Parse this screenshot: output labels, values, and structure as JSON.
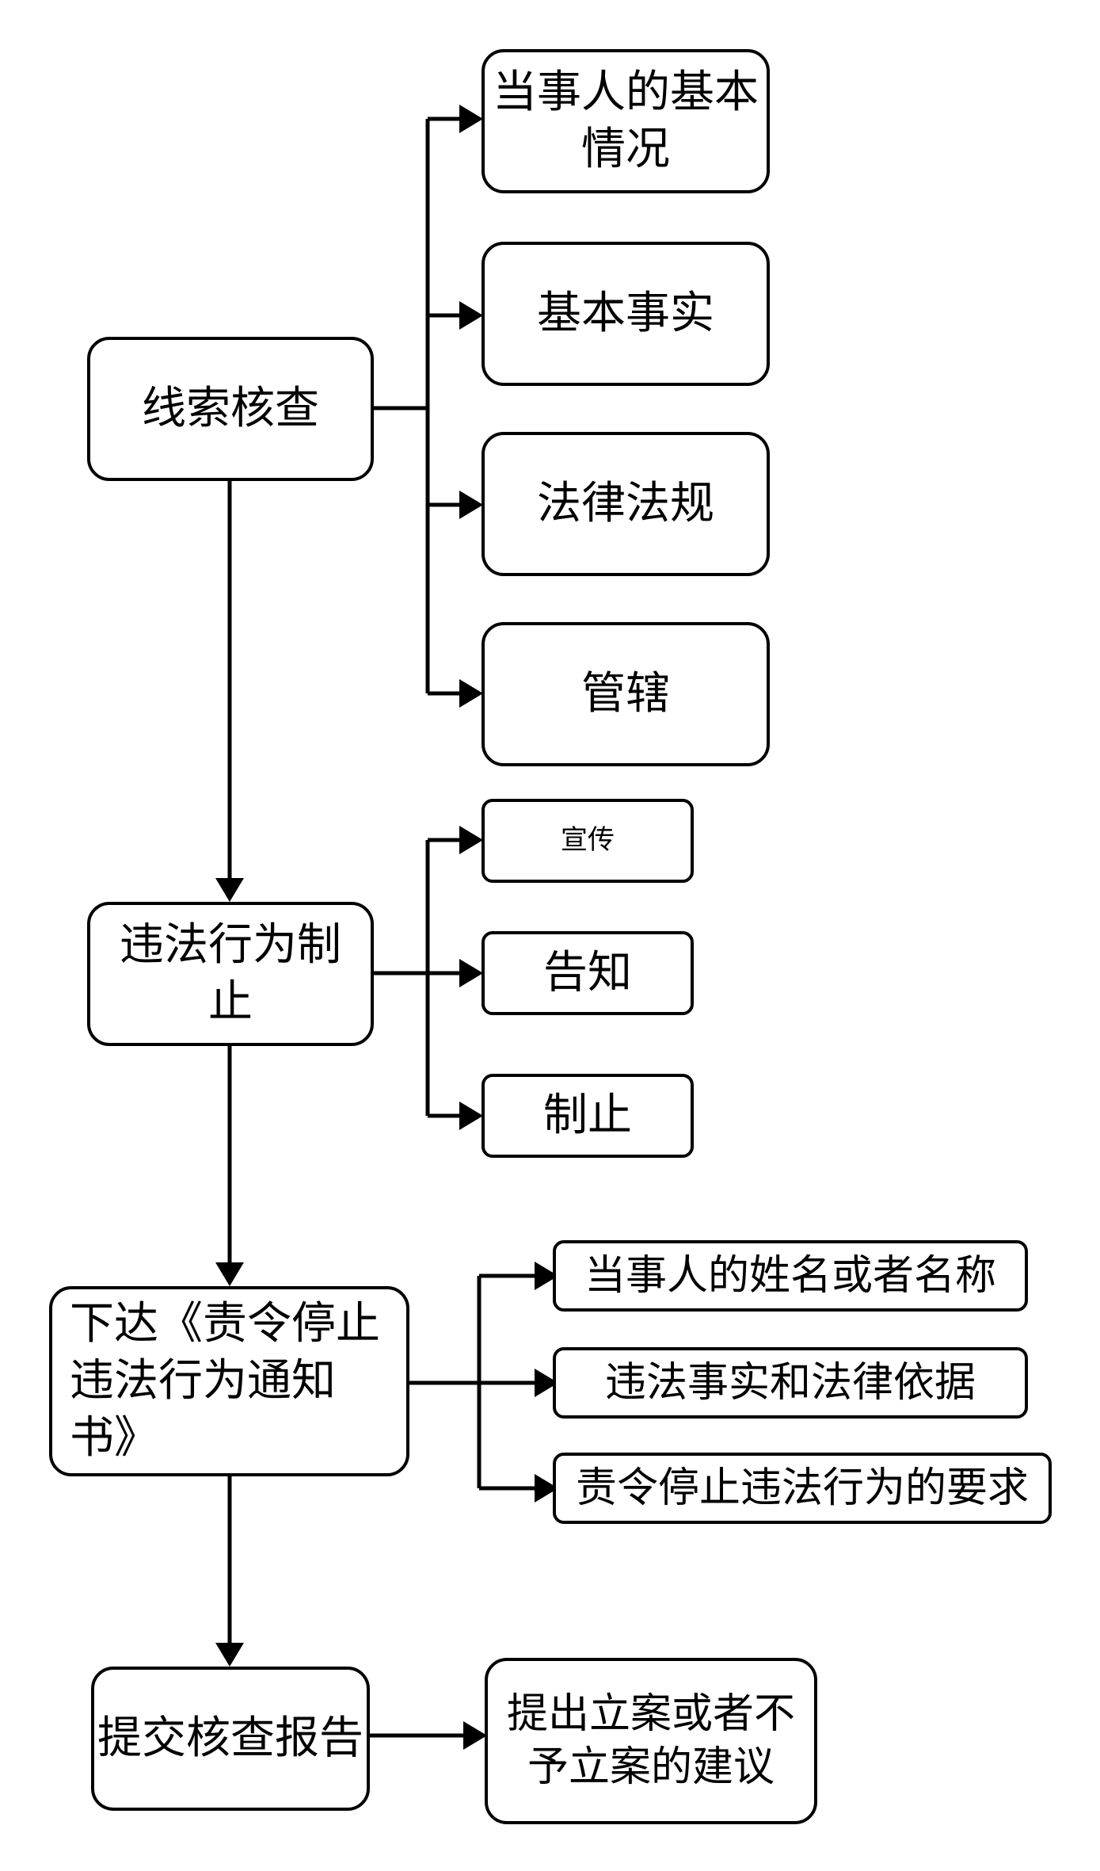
{
  "diagram": {
    "steps": [
      {
        "id": "step-1",
        "label": "线索核查",
        "children": [
          "当事人的基本情况",
          "基本事实",
          "法律法规",
          "管辖"
        ]
      },
      {
        "id": "step-2",
        "label": "违法行为制止",
        "children": [
          "宣传",
          "告知",
          "制止"
        ]
      },
      {
        "id": "step-3",
        "label": "下达《责令停止违法行为通知书》",
        "children": [
          "当事人的姓名或者名称",
          "违法事实和法律依据",
          "责令停止违法行为的要求"
        ]
      },
      {
        "id": "step-4",
        "label": "提交核查报告",
        "children": [
          "提出立案或者不予立案的建议"
        ]
      }
    ]
  }
}
